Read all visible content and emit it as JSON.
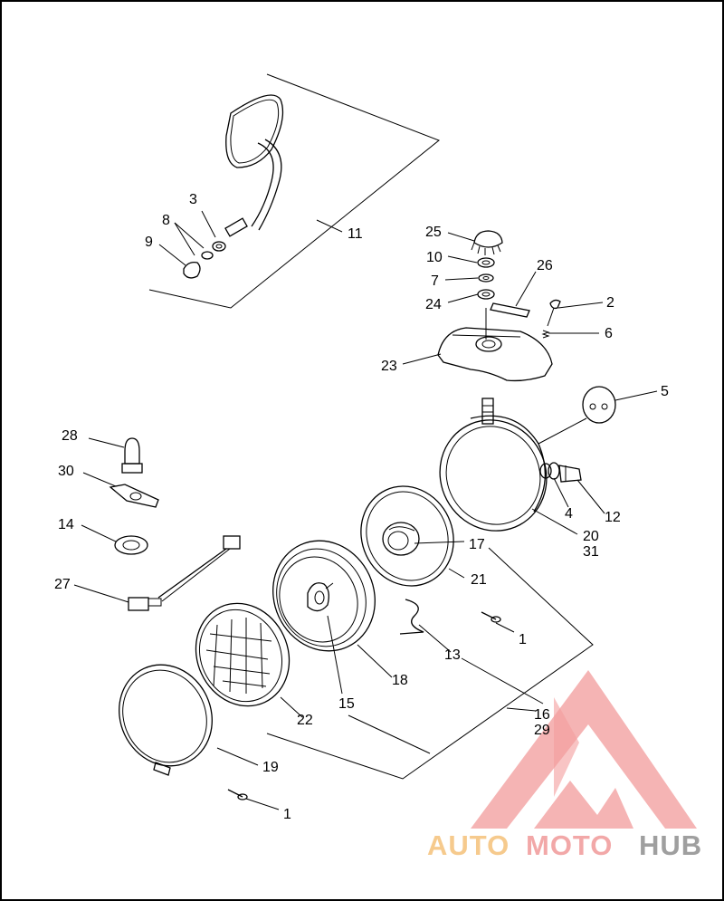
{
  "callouts": [
    "1",
    "1",
    "2",
    "3",
    "4",
    "5",
    "6",
    "7",
    "8",
    "9",
    "10",
    "11",
    "12",
    "13",
    "14",
    "15",
    "16",
    "17",
    "18",
    "19",
    "20",
    "21",
    "22",
    "23",
    "24",
    "25",
    "26",
    "27",
    "28",
    "29",
    "30",
    "31"
  ],
  "watermark": {
    "part1": "AUTO",
    "part2": "MOTO",
    "part3": "HUB",
    "color_auto": "#f5c17a",
    "color_moto": "#f09a9a",
    "color_hub": "#8f8f8f",
    "triangle_color": "#f08a8a"
  }
}
